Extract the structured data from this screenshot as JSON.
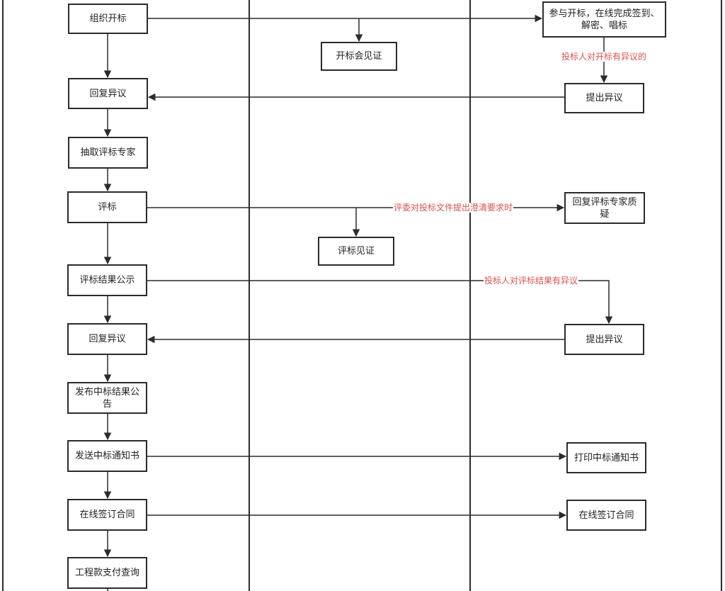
{
  "colors": {
    "line": "#2b2b2b",
    "label": "#d9534f",
    "box_border": "#2b2b2b"
  },
  "nodes": {
    "organize_opening": "组织开标",
    "participate_opening": "参与开标，在线完成签到、解密、唱标",
    "opening_witness": "开标会见证",
    "reply_objection_1": "回复异议",
    "raise_objection_1": "提出异议",
    "draw_experts": "抽取评标专家",
    "evaluation": "评标",
    "reply_expert_query": "回复评标专家质疑",
    "evaluation_witness": "评标见证",
    "result_publicity": "评标结果公示",
    "reply_objection_2": "回复异议",
    "raise_objection_2": "提出异议",
    "publish_award": "发布中标结果公告",
    "send_notice": "发送中标通知书",
    "print_notice": "打印中标通知书",
    "sign_contract_left": "在线签订合同",
    "sign_contract_right": "在线签订合同",
    "payment_query": "工程款支付查询"
  },
  "edge_labels": {
    "objection_opening": "投标人对开标有异议的",
    "clarification": "评委对投标文件提出澄清要求时",
    "objection_result": "投标人对评标结果有异议"
  }
}
